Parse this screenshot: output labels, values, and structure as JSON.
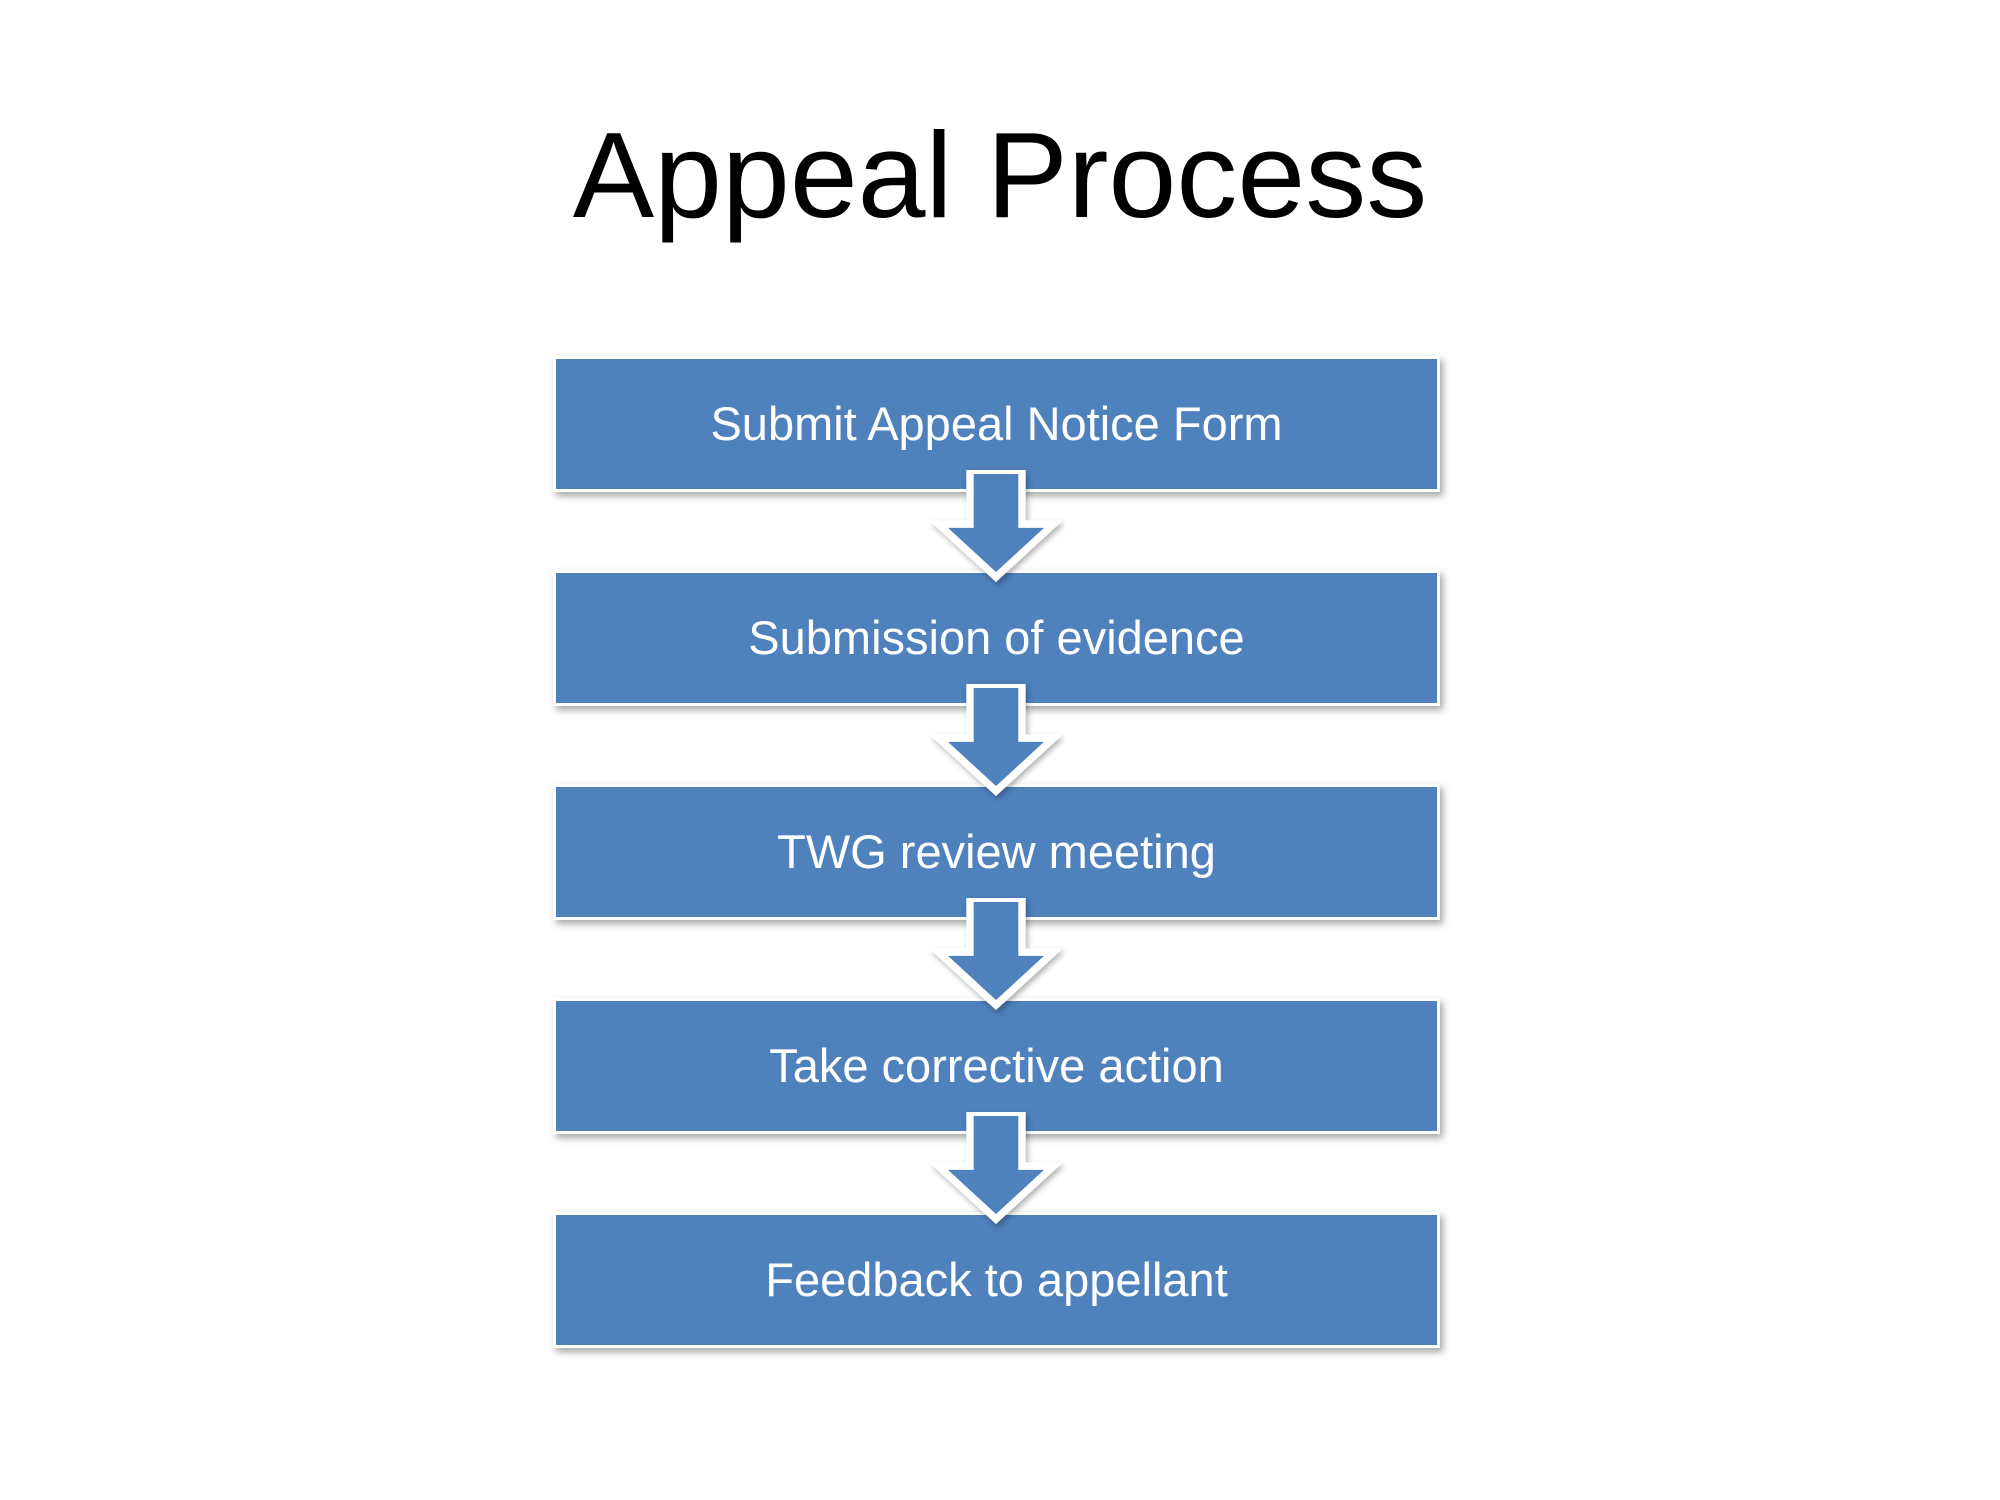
{
  "slide": {
    "title": "Appeal Process",
    "colors": {
      "box_fill": "#4f81bd",
      "box_border": "#ffffff",
      "box_text": "#ffffff",
      "title_text": "#000000",
      "background": "#ffffff"
    },
    "steps": [
      {
        "label": "Submit Appeal Notice Form"
      },
      {
        "label": "Submission of evidence"
      },
      {
        "label": "TWG review meeting"
      },
      {
        "label": "Take corrective action"
      },
      {
        "label": "Feedback to appellant"
      }
    ],
    "connectors": [
      {
        "icon": "down-arrow-icon"
      },
      {
        "icon": "down-arrow-icon"
      },
      {
        "icon": "down-arrow-icon"
      },
      {
        "icon": "down-arrow-icon"
      }
    ]
  }
}
